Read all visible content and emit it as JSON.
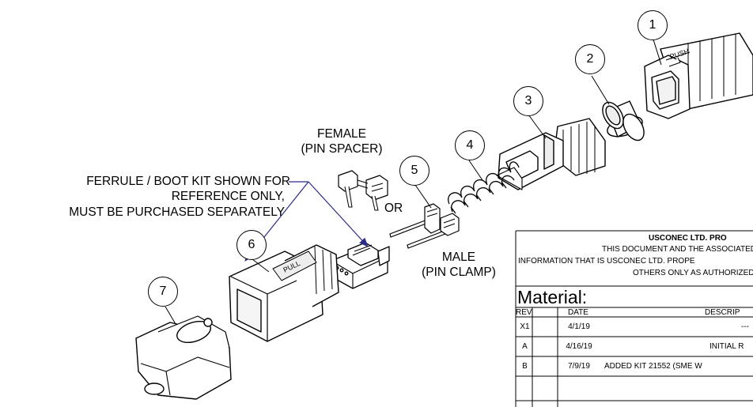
{
  "callouts": [
    "1",
    "2",
    "3",
    "4",
    "5",
    "6",
    "7"
  ],
  "labels": {
    "ferrule_note": [
      "FERRULE / BOOT KIT SHOWN FOR",
      "REFERENCE ONLY,",
      "MUST BE PURCHASED SEPARATELY"
    ],
    "female": [
      "FEMALE",
      "(PIN SPACER)"
    ],
    "or": "OR",
    "male": [
      "MALE",
      "(PIN CLAMP)"
    ]
  },
  "title_block": {
    "company": "USCONEC LTD. PRO",
    "notice": [
      "THIS DOCUMENT AND THE ASSOCIATED",
      "INFORMATION THAT IS USCONEC LTD. PROPE",
      "OTHERS ONLY AS AUTHORIZED"
    ],
    "material_label": "Material:",
    "headers": {
      "rev": "REV.",
      "date": "DATE",
      "description": "DESCRIP"
    },
    "rows": [
      {
        "rev": "X1",
        "date": "4/1/19",
        "description": "---"
      },
      {
        "rev": "A",
        "date": "4/16/19",
        "description": "INITIAL R"
      },
      {
        "rev": "B",
        "date": "7/9/19",
        "description": "ADDED KIT 21552 (SME W"
      }
    ]
  }
}
